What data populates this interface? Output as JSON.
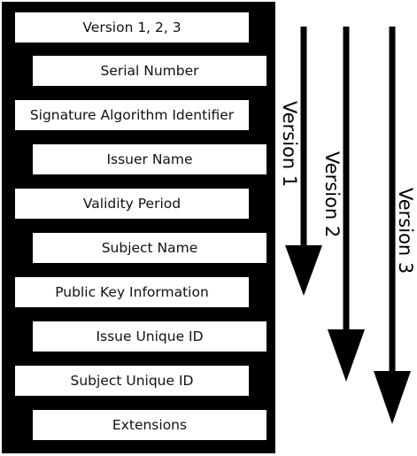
{
  "fields": [
    "Version 1, 2, 3",
    "Serial Number",
    "Signature Algorithm Identifier",
    "Issuer Name",
    "Validity Period",
    "Subject Name",
    "Public Key Information",
    "Issue Unique ID",
    "Subject Unique ID",
    "Extensions"
  ],
  "versions": [
    "Version 1",
    "Version 2",
    "Version 3"
  ],
  "colors": {
    "stack_background": "#000000",
    "field_background": "#ffffff",
    "arrow": "#000000"
  }
}
